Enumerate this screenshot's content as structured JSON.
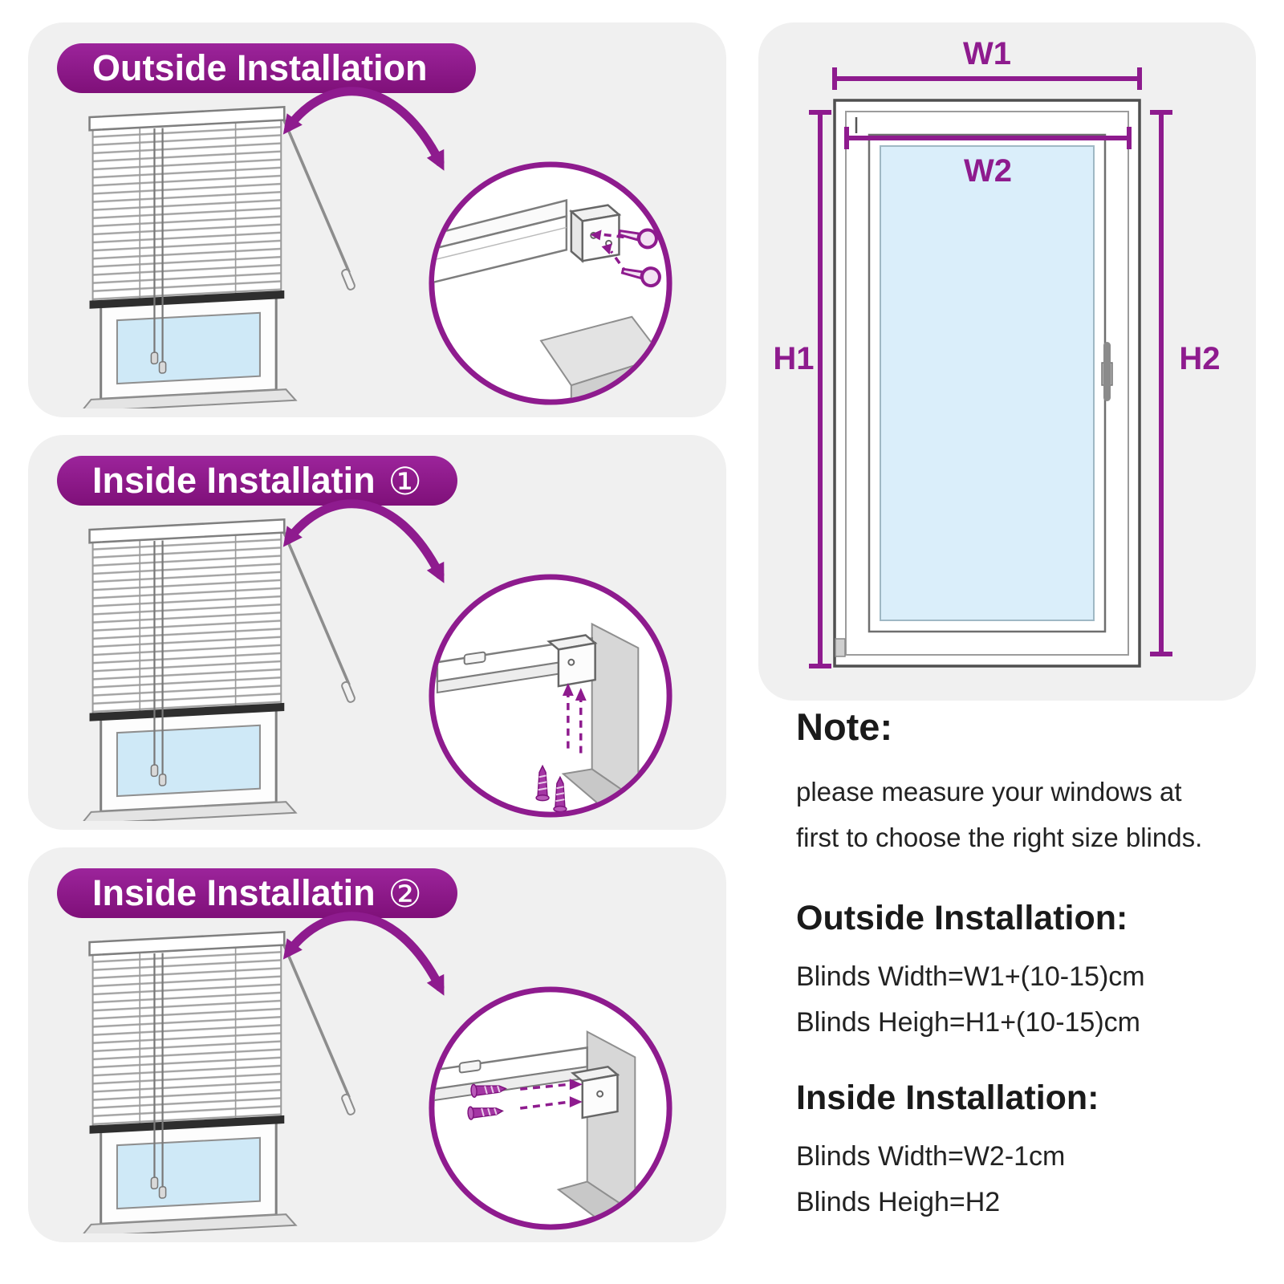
{
  "colors": {
    "accent": "#8e1b8e",
    "card_bg": "#f0f0f0",
    "glass": "#daeefa"
  },
  "panels": [
    {
      "title": "Outside Installation",
      "badge": ""
    },
    {
      "title": "Inside Installatin",
      "badge": "①"
    },
    {
      "title": "Inside Installatin",
      "badge": "②"
    }
  ],
  "diagram": {
    "w1": "W1",
    "w2": "W2",
    "h1": "H1",
    "h2": "H2"
  },
  "note": {
    "heading": "Note:",
    "line1": "please measure your windows at",
    "line2": "first to choose the right size blinds."
  },
  "outside": {
    "heading": "Outside Installation:",
    "width_formula": "Blinds Width=W1+(10-15)cm",
    "height_formula": "Blinds Heigh=H1+(10-15)cm"
  },
  "inside": {
    "heading": "Inside Installation:",
    "width_formula": "Blinds Width=W2-1cm",
    "height_formula": "Blinds Heigh=H2"
  }
}
